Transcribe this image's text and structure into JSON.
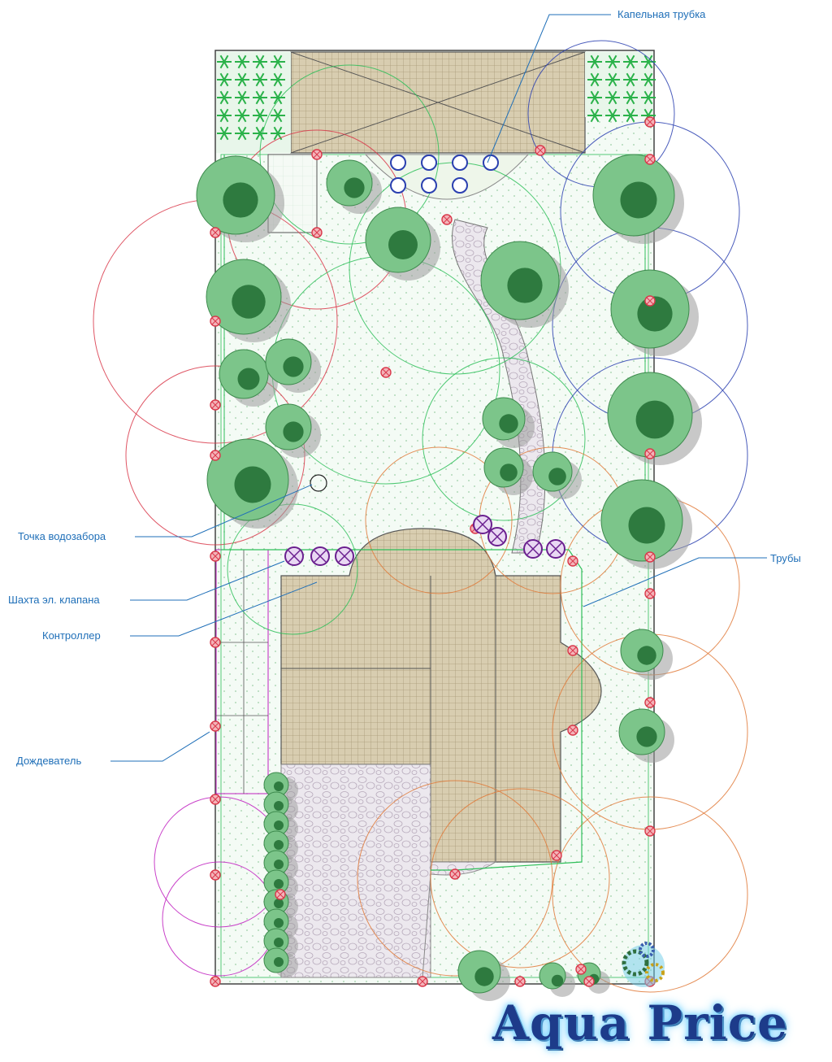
{
  "labels": {
    "drip_tube": "Капельная трубка",
    "water_intake": "Точка водозабора",
    "pipes": "Трубы",
    "valve_shaft": "Шахта эл. клапана",
    "controller": "Контроллер",
    "sprinkler": "Дождеватель"
  },
  "brand": {
    "name": "Aqua Price",
    "logo_icon": "gears-icon"
  },
  "colors": {
    "label_text": "#1f6fb8",
    "tree_fill": "#7cc58a",
    "tree_dark": "#2e7a3f",
    "sprinkler_red": "#d9384a",
    "zone_green": "#2fbf5a",
    "zone_orange": "#e07a3a",
    "zone_blue": "#2a3fb0",
    "zone_magenta": "#c020c0",
    "valve_purple": "#6a1f8f",
    "paving": "#d8cdb0"
  }
}
